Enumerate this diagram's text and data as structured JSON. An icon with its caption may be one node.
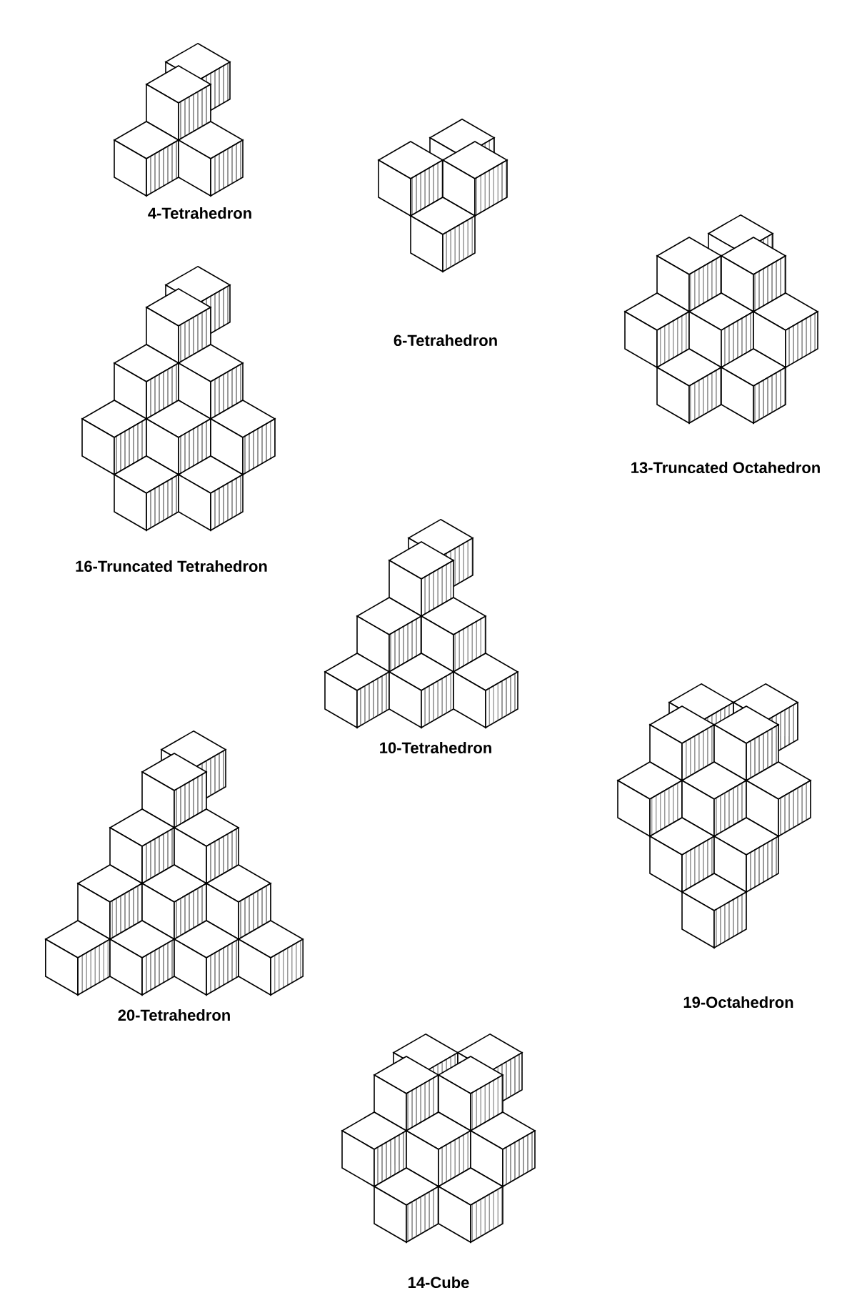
{
  "diagram": {
    "labels": [
      "4-Tetrahedron",
      "6-Tetrahedron",
      "13-Truncated Octahedron",
      "16-Truncated Tetrahedron",
      "10-Tetrahedron",
      "20-Tetrahedron",
      "19-Octahedron",
      "14-Cube"
    ]
  }
}
